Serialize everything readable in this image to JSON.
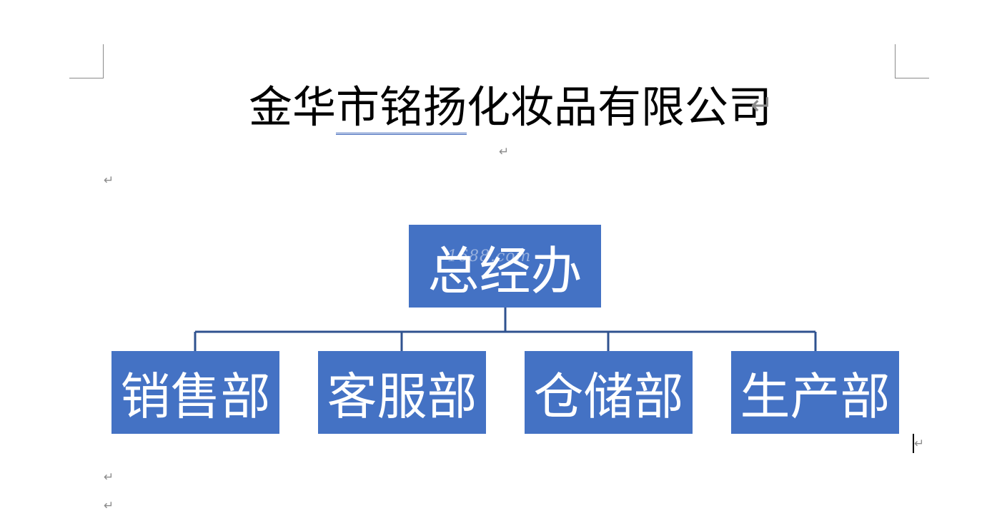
{
  "document": {
    "title_plain_start": "金华",
    "title_underlined": "市铭扬",
    "title_plain_end": "化妆品有限公司",
    "paragraph_mark": "↵"
  },
  "org_chart": {
    "root": "总经办",
    "children": [
      "销售部",
      "客服部",
      "仓储部",
      "生产部"
    ],
    "box_color": "#4472c4",
    "connector_color": "#2f528f",
    "watermark": "1688.com"
  }
}
